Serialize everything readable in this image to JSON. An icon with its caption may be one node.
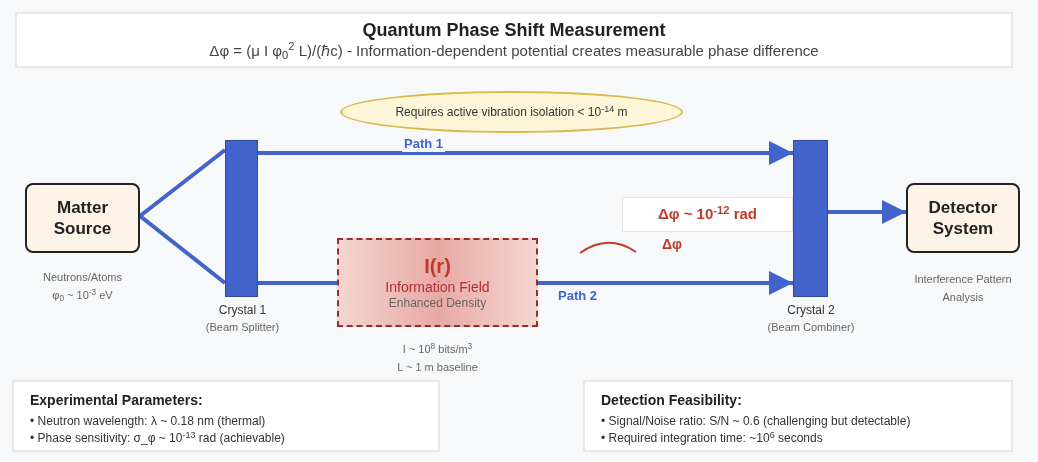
{
  "diagram": {
    "title": "Quantum Phase Shift Measurement",
    "nodes": [
      {
        "text": [
          "Matter Source"
        ],
        "beside": [
          "Neutrons/Atoms",
          "φ$_{0}$ ~ 10$^{-3}$ eV"
        ]
      },
      {
        "text": [],
        "shape": "bar",
        "beside": [
          "Crystal 1",
          "(Beam Splitter)"
        ]
      },
      {
        "text": [],
        "shape": "bar",
        "beside": [
          "Crystal 2",
          "(Beam Combiner)"
        ]
      },
      {
        "text": [
          "Detector System"
        ],
        "beside": [
          "Interference Pattern Analysis"
        ]
      },
      {
        "text": [
          "I(r)",
          "Information Field",
          "Enhanced Density"
        ],
        "beside": [
          "I ~ 10$^{8}$ bits/m$^{3}$",
          "L ~ 1 m baseline"
        ]
      },
      {
        "text": [
          "Requires active vibration isolation < 10$^{-14}$ m"
        ]
      },
      {
        "text": [
          "Δφ ~ 10$^{-12}$ rad"
        ],
        "beside": [
          "Δφ"
        ]
      },
      {
        "text": [
          "Experimental Parameters:",
          "• Neutron wavelength: λ ~ 0.18 nm (thermal)",
          "• Phase sensitivity: σ_φ ~ 10$^{-13}$ rad (achievable)"
        ]
      },
      {
        "text": [
          "Detection Feasibility:",
          "• Signal/Noise ratio: S/N ~ 0.6 (challenging but detectable)",
          "• Required integration time: ~10$^{6}$ seconds"
        ]
      }
    ],
    "edges": [
      {
        "from": 0,
        "to": 1,
        "arrow": "none"
      },
      {
        "from": 0,
        "to": 1,
        "arrow": "none"
      },
      {
        "from": 1,
        "to": 2,
        "arrow": "to",
        "label": "Path 1"
      },
      {
        "from": 1,
        "to": 4,
        "arrow": "none"
      },
      {
        "from": 4,
        "to": 2,
        "arrow": "to",
        "label": "Path 2"
      },
      {
        "from": 2,
        "to": 3,
        "arrow": "to"
      }
    ],
    "labels": [
      "Δφ = (μ I φ$_{0}$$^{2}$ L)/(ℏc) - Information-dependent potential creates measurable phase difference"
    ]
  }
}
